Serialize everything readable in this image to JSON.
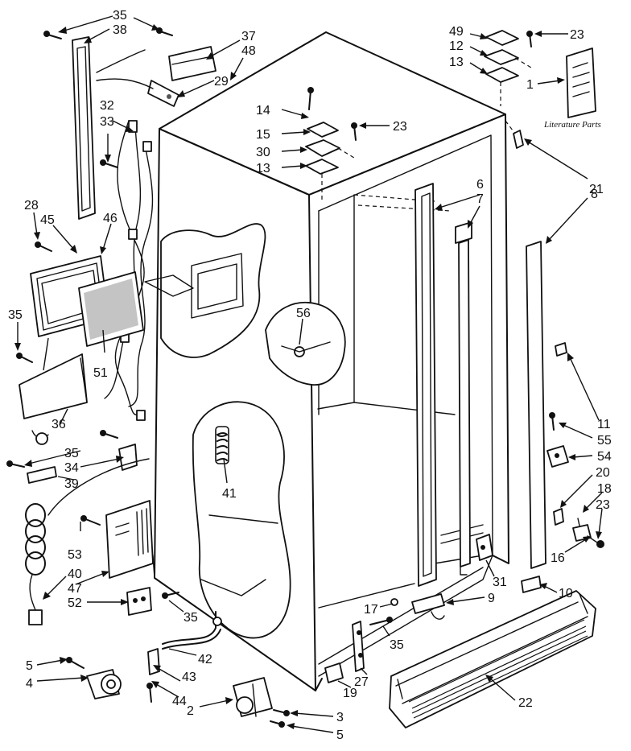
{
  "diagram": {
    "caption": "Literature Parts",
    "callouts": [
      {
        "id": "c35a",
        "text": "35"
      },
      {
        "id": "c38",
        "text": "38"
      },
      {
        "id": "c37",
        "text": "37"
      },
      {
        "id": "c48",
        "text": "48"
      },
      {
        "id": "c29",
        "text": "29"
      },
      {
        "id": "c32",
        "text": "32"
      },
      {
        "id": "c33",
        "text": "33"
      },
      {
        "id": "c28",
        "text": "28"
      },
      {
        "id": "c45",
        "text": "45"
      },
      {
        "id": "c46",
        "text": "46"
      },
      {
        "id": "c35b",
        "text": "35"
      },
      {
        "id": "c51",
        "text": "51"
      },
      {
        "id": "c36",
        "text": "36"
      },
      {
        "id": "c35c",
        "text": "35"
      },
      {
        "id": "c34",
        "text": "34"
      },
      {
        "id": "c39",
        "text": "39"
      },
      {
        "id": "c53",
        "text": "53"
      },
      {
        "id": "c40",
        "text": "40"
      },
      {
        "id": "c47",
        "text": "47"
      },
      {
        "id": "c52",
        "text": "52"
      },
      {
        "id": "c35d",
        "text": "35"
      },
      {
        "id": "c5a",
        "text": "5"
      },
      {
        "id": "c4",
        "text": "4"
      },
      {
        "id": "c42",
        "text": "42"
      },
      {
        "id": "c43",
        "text": "43"
      },
      {
        "id": "c44",
        "text": "44"
      },
      {
        "id": "c2",
        "text": "2"
      },
      {
        "id": "c3",
        "text": "3"
      },
      {
        "id": "c5b",
        "text": "5"
      },
      {
        "id": "c41",
        "text": "41"
      },
      {
        "id": "c56",
        "text": "56"
      },
      {
        "id": "c14",
        "text": "14"
      },
      {
        "id": "c15",
        "text": "15"
      },
      {
        "id": "c30",
        "text": "30"
      },
      {
        "id": "c13a",
        "text": "13"
      },
      {
        "id": "c23a",
        "text": "23"
      },
      {
        "id": "c49",
        "text": "49"
      },
      {
        "id": "c12",
        "text": "12"
      },
      {
        "id": "c13b",
        "text": "13"
      },
      {
        "id": "c23b",
        "text": "23"
      },
      {
        "id": "c1",
        "text": "1"
      },
      {
        "id": "c21",
        "text": "21"
      },
      {
        "id": "c6",
        "text": "6"
      },
      {
        "id": "c7",
        "text": "7"
      },
      {
        "id": "c8",
        "text": "8"
      },
      {
        "id": "c11",
        "text": "11"
      },
      {
        "id": "c55",
        "text": "55"
      },
      {
        "id": "c54",
        "text": "54"
      },
      {
        "id": "c20",
        "text": "20"
      },
      {
        "id": "c18",
        "text": "18"
      },
      {
        "id": "c23c",
        "text": "23"
      },
      {
        "id": "c16",
        "text": "16"
      },
      {
        "id": "c31",
        "text": "31"
      },
      {
        "id": "c10",
        "text": "10"
      },
      {
        "id": "c9",
        "text": "9"
      },
      {
        "id": "c17",
        "text": "17"
      },
      {
        "id": "c35e",
        "text": "35"
      },
      {
        "id": "c27",
        "text": "27"
      },
      {
        "id": "c19",
        "text": "19"
      },
      {
        "id": "c22",
        "text": "22"
      }
    ]
  }
}
